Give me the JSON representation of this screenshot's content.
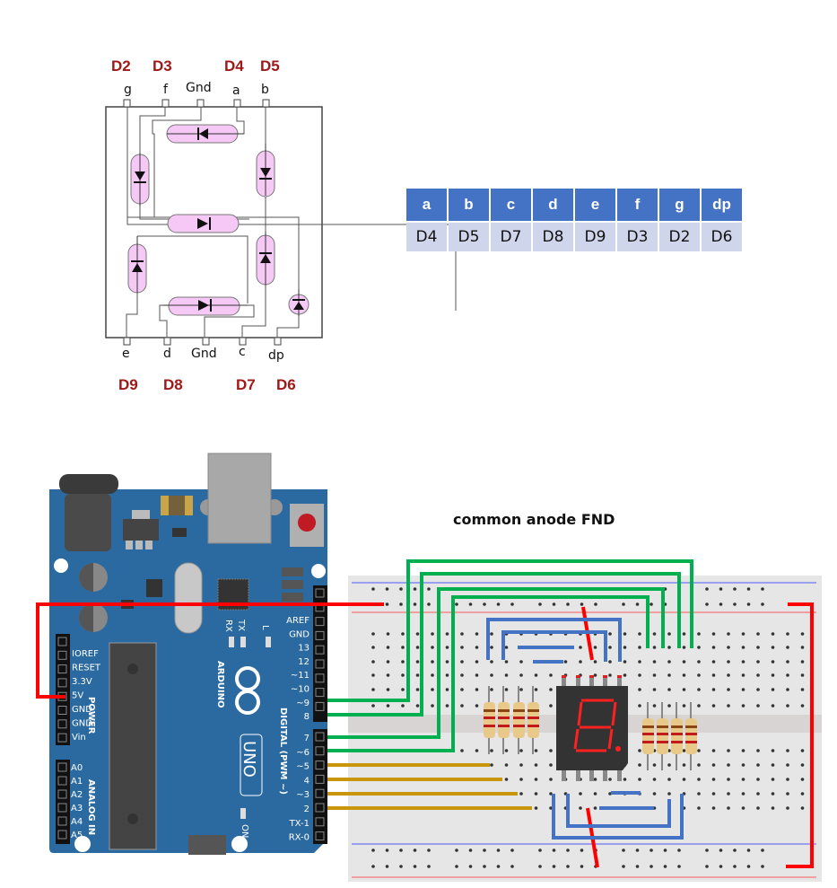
{
  "schematic": {
    "top_pins": [
      {
        "segment": "g",
        "arduino": "D2"
      },
      {
        "segment": "f",
        "arduino": "D3"
      },
      {
        "segment": "Gnd",
        "arduino": ""
      },
      {
        "segment": "a",
        "arduino": "D4"
      },
      {
        "segment": "b",
        "arduino": "D5"
      }
    ],
    "bottom_pins": [
      {
        "segment": "e",
        "arduino": "D9"
      },
      {
        "segment": "d",
        "arduino": "D8"
      },
      {
        "segment": "Gnd",
        "arduino": ""
      },
      {
        "segment": "c",
        "arduino": "D7"
      },
      {
        "segment": "dp",
        "arduino": "D6"
      }
    ],
    "colors": {
      "pin_label": "#a01818",
      "segment_fill": "#f5c8f5"
    }
  },
  "mapping_table": {
    "headers": [
      "a",
      "b",
      "c",
      "d",
      "e",
      "f",
      "g",
      "dp"
    ],
    "values": [
      "D4",
      "D5",
      "D7",
      "D8",
      "D9",
      "D3",
      "D2",
      "D6"
    ],
    "colors": {
      "header_bg": "#4472c4",
      "cell_bg": "#cfd5ea"
    }
  },
  "circuit": {
    "title": "common anode FND",
    "board": {
      "name": "ARDUINO",
      "model": "UNO",
      "power_header": [
        "IOREF",
        "RESET",
        "3.3V",
        "5V",
        "GND",
        "GND",
        "Vin"
      ],
      "power_label": "POWER",
      "analog_header": [
        "A0",
        "A1",
        "A2",
        "A3",
        "A4",
        "A5"
      ],
      "analog_label": "ANALOG IN",
      "digital_header_top": [
        "AREF",
        "GND",
        "13",
        "12",
        "~11",
        "~10",
        "~9",
        "8"
      ],
      "digital_header_bottom": [
        "7",
        "~6",
        "~5",
        "4",
        "~3",
        "2",
        "TX-1",
        "RX-0"
      ],
      "digital_label": "DIGITAL (PWM ~)",
      "led_labels": [
        "RX",
        "TX",
        "L",
        "ON"
      ]
    },
    "wires": {
      "green_pins": [
        "~9",
        "8",
        "7",
        "~6"
      ],
      "gold_pins": [
        "~5",
        "4",
        "~3",
        "2"
      ],
      "power_pin": "5V"
    },
    "display_digit": "8.",
    "colors": {
      "board": "#2b6aa0",
      "wire_green": "#00b050",
      "wire_gold": "#c8960a",
      "wire_blue": "#4472c4",
      "wire_red": "#ff0000",
      "breadboard": "#e6e6e6",
      "segment_red": "#ff2020"
    }
  }
}
